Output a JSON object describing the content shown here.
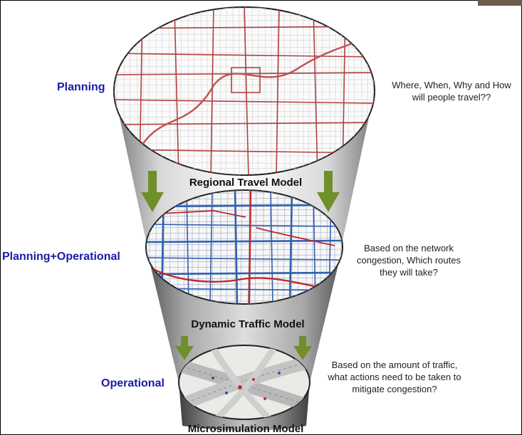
{
  "levels": [
    {
      "tier_label": "Planning",
      "model_label": "Regional Travel Model",
      "question_lines": [
        "Where, When, Why and How",
        "will people travel??"
      ],
      "image": "regional-road-network-map"
    },
    {
      "tier_label": "Planning+Operational",
      "model_label": "Dynamic Traffic Model",
      "question_lines": [
        "Based on the network",
        "congestion, Which routes",
        "they will take?"
      ],
      "image": "dynamic-traffic-network-map"
    },
    {
      "tier_label": "Operational",
      "model_label": "Microsimulation Model",
      "question_lines": [
        "Based on the amount of traffic,",
        "what actions need to be taken to",
        "mitigate congestion?"
      ],
      "image": "highway-interchange-aerial"
    }
  ],
  "icons": {
    "arrow": "arrow-down-icon"
  },
  "colors": {
    "tier_label": "#1a1aa8",
    "arrow": "#6f8f2a",
    "arterial_road": "#b04040",
    "dynamic_network": "#3060b0",
    "funnel": "#9a9a9a"
  }
}
